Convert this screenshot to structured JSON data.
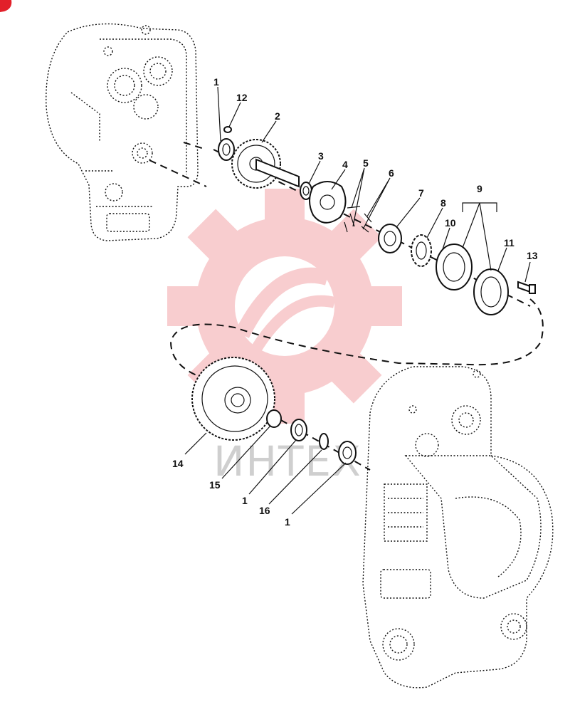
{
  "watermark": {
    "text": "ИНТЕХ",
    "color": "#e2202a"
  },
  "callouts": [
    {
      "id": "c1a",
      "text": "1"
    },
    {
      "id": "c12",
      "text": "12"
    },
    {
      "id": "c2",
      "text": "2"
    },
    {
      "id": "c3",
      "text": "3"
    },
    {
      "id": "c4",
      "text": "4"
    },
    {
      "id": "c5",
      "text": "5"
    },
    {
      "id": "c6",
      "text": "6"
    },
    {
      "id": "c7",
      "text": "7"
    },
    {
      "id": "c8",
      "text": "8"
    },
    {
      "id": "c9",
      "text": "9"
    },
    {
      "id": "c10",
      "text": "10"
    },
    {
      "id": "c11",
      "text": "11"
    },
    {
      "id": "c13",
      "text": "13"
    },
    {
      "id": "c14",
      "text": "14"
    },
    {
      "id": "c15",
      "text": "15"
    },
    {
      "id": "c1b",
      "text": "1"
    },
    {
      "id": "c16",
      "text": "16"
    },
    {
      "id": "c1c",
      "text": "1"
    }
  ]
}
